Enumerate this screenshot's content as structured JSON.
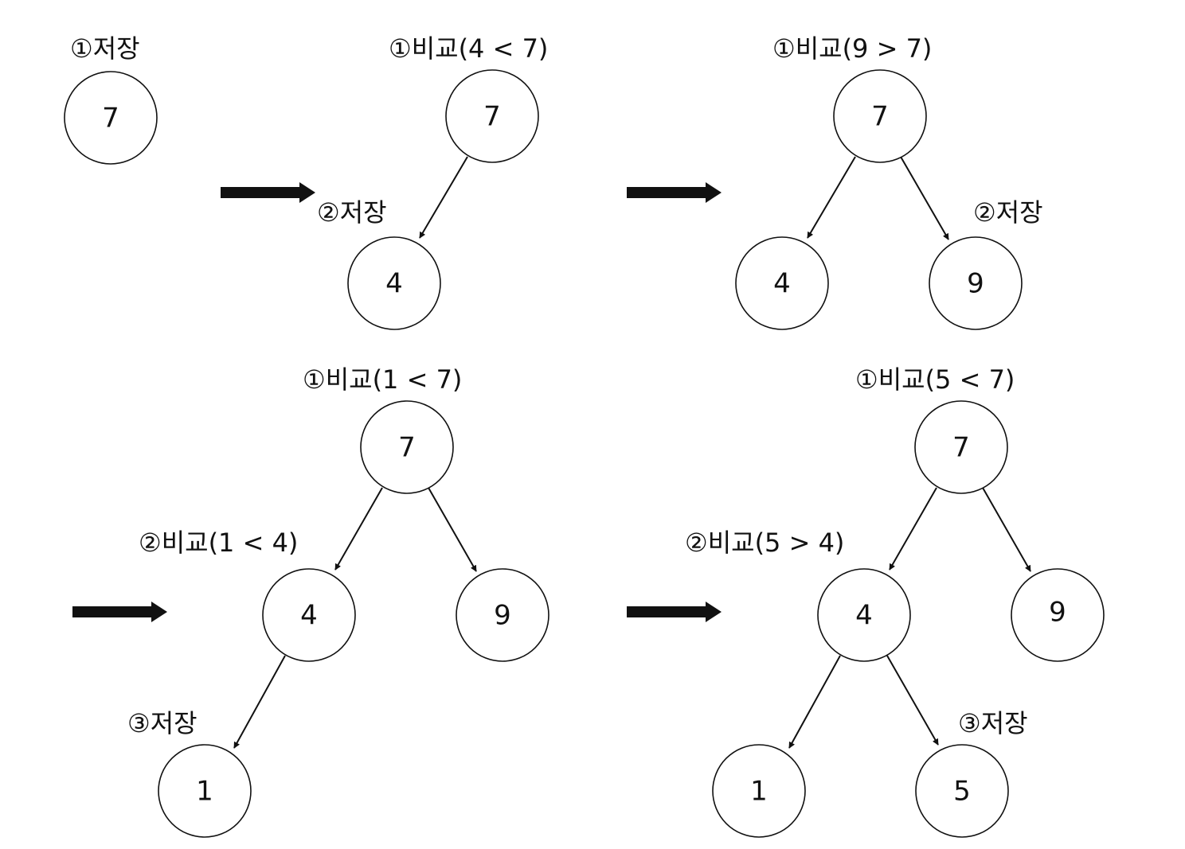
{
  "colors": {
    "ink": "#111111",
    "background": "#ffffff"
  },
  "panels": [
    {
      "step": 1,
      "labels": [
        "①저장"
      ],
      "nodes": [
        {
          "id": "p1-7",
          "value": "7"
        }
      ],
      "edges": []
    },
    {
      "step": 2,
      "labels": [
        "①비교(4 < 7)",
        "②저장"
      ],
      "nodes": [
        {
          "id": "p2-7",
          "value": "7"
        },
        {
          "id": "p2-4",
          "value": "4"
        }
      ],
      "edges": [
        {
          "from": "p2-7",
          "to": "p2-4"
        }
      ]
    },
    {
      "step": 3,
      "labels": [
        "①비교(9 > 7)",
        "②저장"
      ],
      "nodes": [
        {
          "id": "p3-7",
          "value": "7"
        },
        {
          "id": "p3-4",
          "value": "4"
        },
        {
          "id": "p3-9",
          "value": "9"
        }
      ],
      "edges": [
        {
          "from": "p3-7",
          "to": "p3-4"
        },
        {
          "from": "p3-7",
          "to": "p3-9"
        }
      ]
    },
    {
      "step": 4,
      "labels": [
        "①비교(1 < 7)",
        "②비교(1 < 4)",
        "③저장"
      ],
      "nodes": [
        {
          "id": "p4-7",
          "value": "7"
        },
        {
          "id": "p4-4",
          "value": "4"
        },
        {
          "id": "p4-9",
          "value": "9"
        },
        {
          "id": "p4-1",
          "value": "1"
        }
      ],
      "edges": [
        {
          "from": "p4-7",
          "to": "p4-4"
        },
        {
          "from": "p4-7",
          "to": "p4-9"
        },
        {
          "from": "p4-4",
          "to": "p4-1"
        }
      ]
    },
    {
      "step": 5,
      "labels": [
        "①비교(5 < 7)",
        "②비교(5 > 4)",
        "③저장"
      ],
      "nodes": [
        {
          "id": "p5-7",
          "value": "7"
        },
        {
          "id": "p5-4",
          "value": "4"
        },
        {
          "id": "p5-9",
          "value": "9"
        },
        {
          "id": "p5-1",
          "value": "1"
        },
        {
          "id": "p5-5",
          "value": "5"
        }
      ],
      "edges": [
        {
          "from": "p5-7",
          "to": "p5-4"
        },
        {
          "from": "p5-7",
          "to": "p5-9"
        },
        {
          "from": "p5-4",
          "to": "p5-1"
        },
        {
          "from": "p5-4",
          "to": "p5-5"
        }
      ]
    }
  ]
}
